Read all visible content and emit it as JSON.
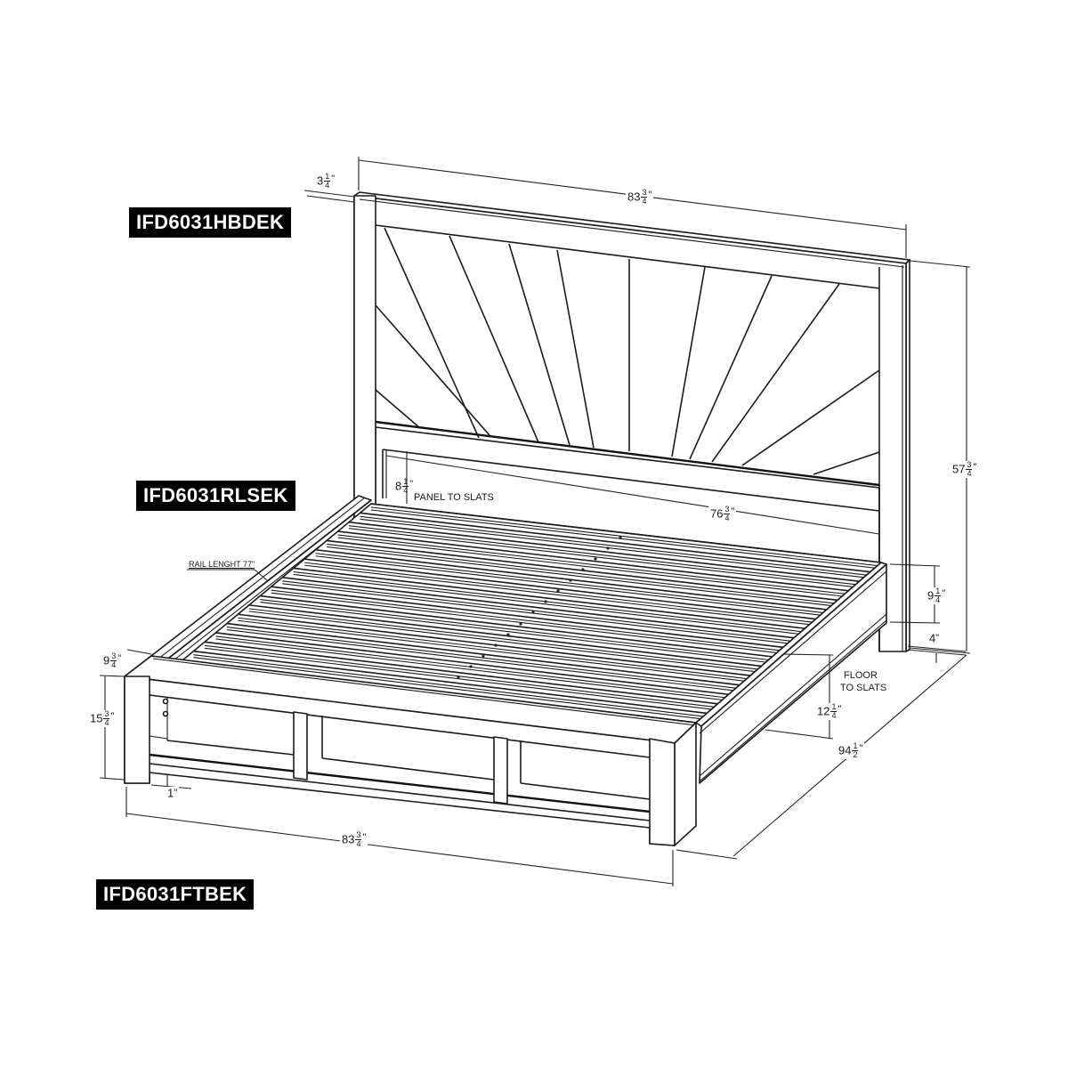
{
  "part_labels": {
    "headboard": "IFD6031HBDEK",
    "rails_slats": "IFD6031RLSEK",
    "footboard": "IFD6031FTBEK"
  },
  "dimensions": {
    "headboard_depth": {
      "whole": "3",
      "num": "1",
      "den": "4",
      "unit": "\""
    },
    "headboard_width": {
      "whole": "83",
      "num": "3",
      "den": "4",
      "unit": "\""
    },
    "headboard_height": {
      "whole": "57",
      "num": "3",
      "den": "4",
      "unit": "\""
    },
    "panel_to_slats": {
      "whole": "8",
      "num": "1",
      "den": "4",
      "unit": "\""
    },
    "inner_width": {
      "whole": "76",
      "num": "3",
      "den": "4",
      "unit": "\""
    },
    "rail_height": {
      "whole": "9",
      "num": "1",
      "den": "4",
      "unit": "\""
    },
    "leg_clearance": {
      "whole": "4",
      "num": "",
      "den": "",
      "unit": "\""
    },
    "floor_to_slats": {
      "whole": "12",
      "num": "1",
      "den": "4",
      "unit": "\""
    },
    "overall_length": {
      "whole": "94",
      "num": "1",
      "den": "2",
      "unit": "\""
    },
    "footboard_depth": {
      "whole": "9",
      "num": "3",
      "den": "4",
      "unit": "\""
    },
    "footboard_height": {
      "whole": "15",
      "num": "3",
      "den": "4",
      "unit": "\""
    },
    "footboard_clearance": {
      "whole": "1",
      "num": "",
      "den": "",
      "unit": "\""
    },
    "footboard_width": {
      "whole": "83",
      "num": "3",
      "den": "4",
      "unit": "\""
    }
  },
  "notes": {
    "panel_to_slats": "PANEL TO SLATS",
    "floor_to_slats_line1": "FLOOR",
    "floor_to_slats_line2": "TO SLATS",
    "rail_length": "RAIL LENGHT 77\""
  },
  "colors": {
    "line": "#1a1a1a",
    "tag_background": "#000000",
    "tag_text": "#ffffff",
    "background": "#ffffff"
  }
}
